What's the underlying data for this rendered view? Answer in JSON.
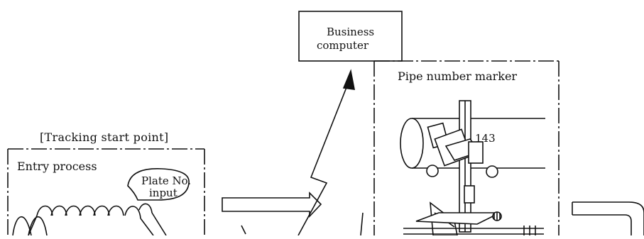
{
  "labels": {
    "business_computer_line1": "Business",
    "business_computer_line2": "computer",
    "tracking_start_point": "[Tracking start point]",
    "entry_process": "Entry process",
    "plate_no_line1": "Plate No.",
    "plate_no_line2": "input",
    "pipe_number_marker": "Pipe number marker",
    "pipe_number": "143"
  },
  "colors": {
    "line": "#111111",
    "background": "#ffffff"
  }
}
